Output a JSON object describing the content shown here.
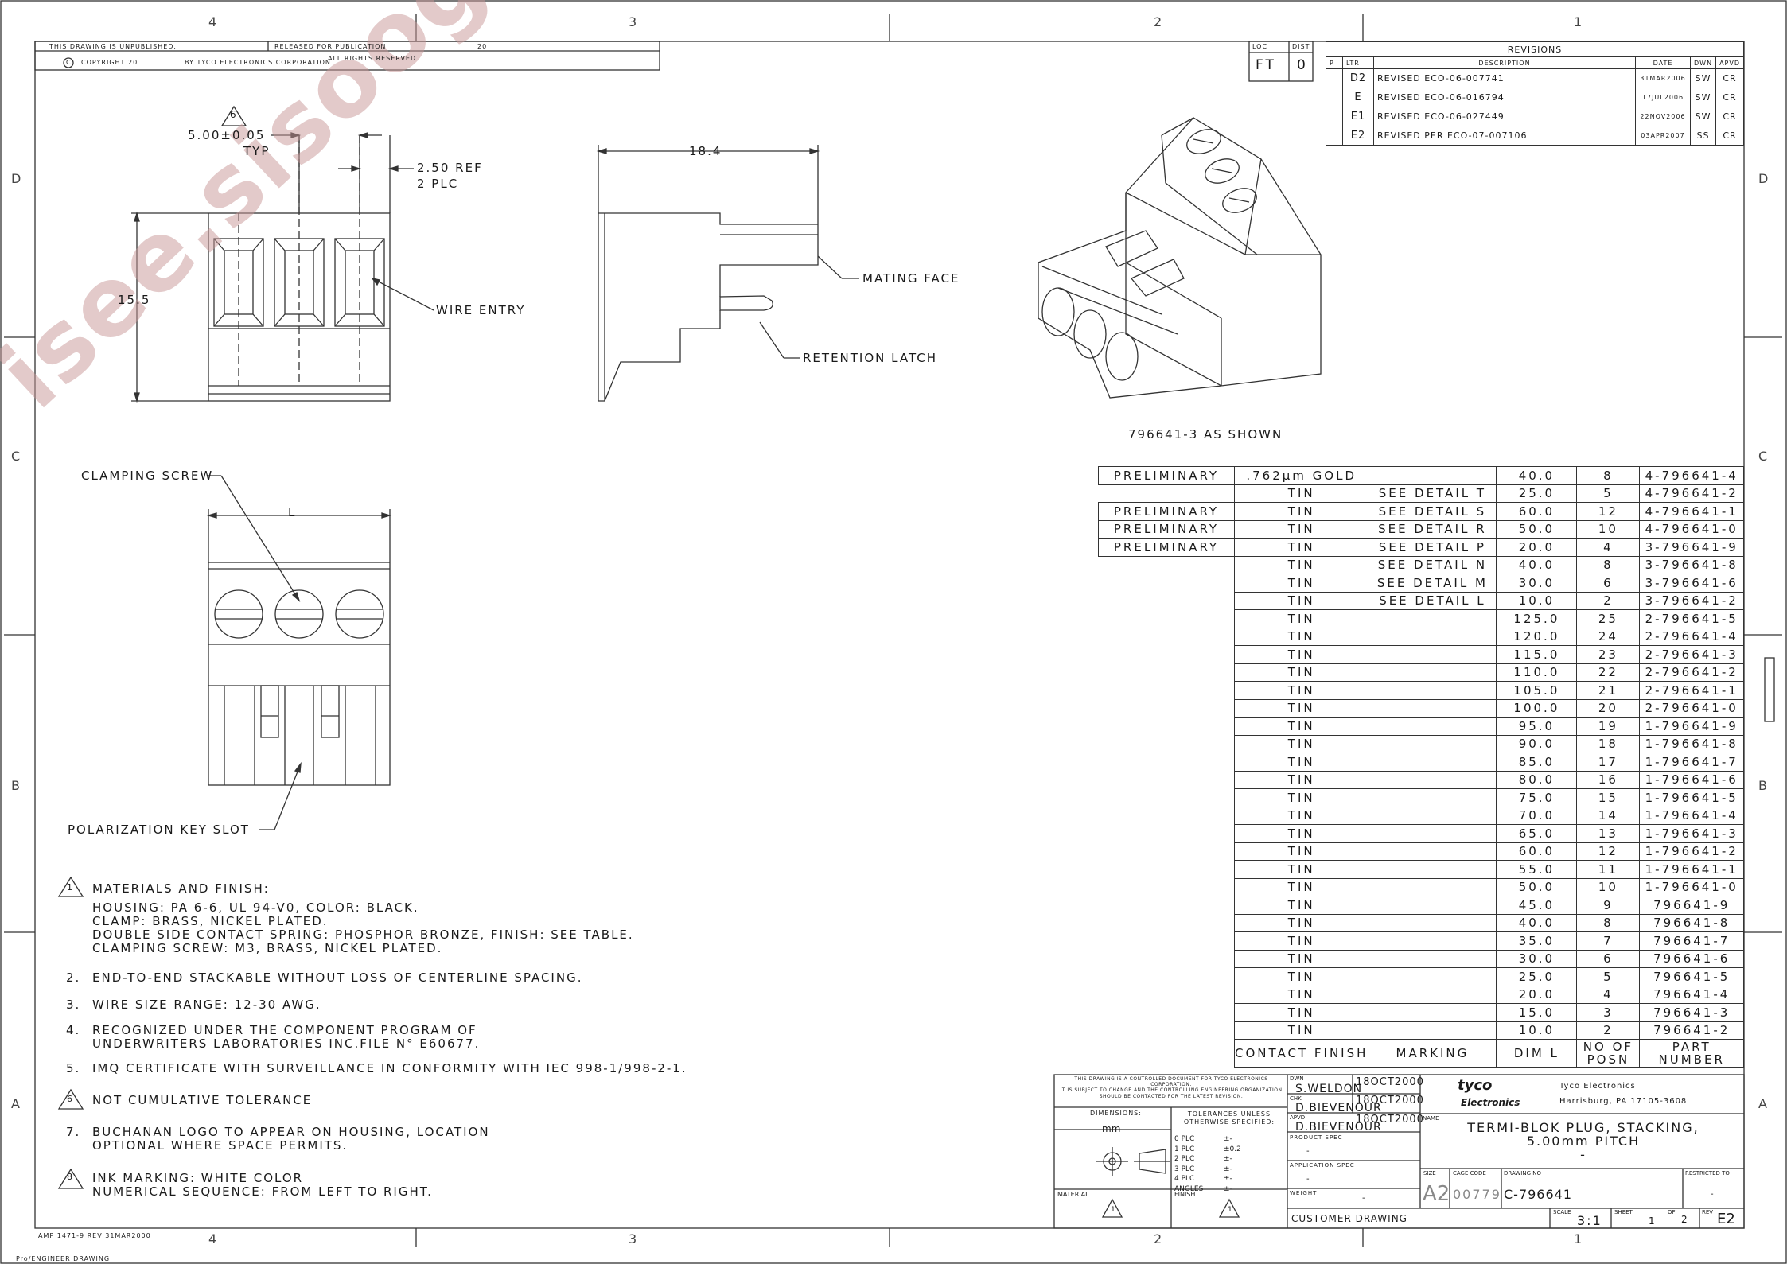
{
  "border": {
    "zones_top": [
      "4",
      "3",
      "2",
      "1"
    ],
    "zones_side": [
      "D",
      "C",
      "B",
      "A"
    ]
  },
  "header": {
    "unpublished": "THIS DRAWING IS UNPUBLISHED.",
    "released": "RELEASED FOR PUBLICATION",
    "released_year": "20",
    "copyright": "COPYRIGHT 20",
    "by": "BY TYCO ELECTRONICS CORPORATION.",
    "rights": "ALL RIGHTS RESERVED.",
    "copyright_symbol": "C"
  },
  "loc_dist": {
    "loc_label": "LOC",
    "dist_label": "DIST",
    "loc": "FT",
    "dist": "0"
  },
  "revisions": {
    "title": "REVISIONS",
    "headers": {
      "p": "P",
      "ltr": "LTR",
      "description": "DESCRIPTION",
      "date": "DATE",
      "dwn": "DWN",
      "apvd": "APVD"
    },
    "rows": [
      {
        "ltr": "D2",
        "description": "REVISED ECO-06-007741",
        "date": "31MAR2006",
        "dwn": "SW",
        "apvd": "CR"
      },
      {
        "ltr": "E",
        "description": "REVISED ECO-06-016794",
        "date": "17JUL2006",
        "dwn": "SW",
        "apvd": "CR"
      },
      {
        "ltr": "E1",
        "description": "REVISED ECO-06-027449",
        "date": "22NOV2006",
        "dwn": "SW",
        "apvd": "CR"
      },
      {
        "ltr": "E2",
        "description": "REVISED PER ECO-07-007106",
        "date": "03APR2007",
        "dwn": "SS",
        "apvd": "CR"
      }
    ]
  },
  "dimensions": {
    "pitch": "5.00±0.05",
    "pitch_typ": "TYP",
    "pitch_note": "6",
    "ref": "2.50 REF",
    "ref_plc": "2 PLC",
    "width": "18.4",
    "height": "15.5",
    "dim_l": "L"
  },
  "callouts": {
    "wire_entry": "WIRE ENTRY",
    "mating_face": "MATING FACE",
    "retention_latch": "RETENTION LATCH",
    "clamping_screw": "CLAMPING SCREW",
    "polarization_key_slot": "POLARIZATION KEY SLOT",
    "as_shown": "796641-3 AS SHOWN"
  },
  "watermark": "isee.sisoog.com",
  "notes": [
    {
      "marker": "1",
      "flag": true,
      "lines": [
        "MATERIALS AND FINISH:"
      ]
    },
    {
      "marker": "",
      "flag": false,
      "lines": [
        "HOUSING: PA 6-6, UL 94-V0, COLOR: BLACK.",
        "CLAMP: BRASS, NICKEL PLATED.",
        "DOUBLE SIDE CONTACT SPRING: PHOSPHOR BRONZE, FINISH: SEE TABLE.",
        "CLAMPING SCREW: M3, BRASS, NICKEL PLATED."
      ]
    },
    {
      "marker": "2.",
      "flag": false,
      "lines": [
        "END-TO-END STACKABLE WITHOUT LOSS OF CENTERLINE SPACING."
      ]
    },
    {
      "marker": "3.",
      "flag": false,
      "lines": [
        "WIRE SIZE RANGE: 12-30 AWG."
      ]
    },
    {
      "marker": "4.",
      "flag": false,
      "lines": [
        "RECOGNIZED UNDER THE COMPONENT PROGRAM OF",
        "UNDERWRITERS LABORATORIES INC.FILE N° E60677."
      ]
    },
    {
      "marker": "5.",
      "flag": false,
      "lines": [
        "IMQ CERTIFICATE WITH SURVEILLANCE IN CONFORMITY WITH IEC 998-1/998-2-1."
      ]
    },
    {
      "marker": "6",
      "flag": true,
      "lines": [
        "NOT CUMULATIVE TOLERANCE"
      ]
    },
    {
      "marker": "7.",
      "flag": false,
      "lines": [
        "BUCHANAN LOGO TO APPEAR ON HOUSING, LOCATION",
        "OPTIONAL WHERE SPACE PERMITS."
      ]
    },
    {
      "marker": "8",
      "flag": true,
      "lines": [
        "INK MARKING: WHITE COLOR",
        "NUMERICAL SEQUENCE: FROM LEFT TO RIGHT."
      ]
    }
  ],
  "parts_table": {
    "headers": {
      "status": "",
      "finish": "CONTACT FINISH",
      "marking": "MARKING",
      "dim_l": "DIM L",
      "posn": "NO OF POSN",
      "part": "PART NUMBER"
    },
    "rows": [
      {
        "status": "PRELIMINARY",
        "finish": ".762µm GOLD",
        "marking": "",
        "dim_l": "40.0",
        "posn": "8",
        "part": "4-796641-4"
      },
      {
        "status": "",
        "finish": "TIN",
        "marking": "SEE DETAIL T",
        "dim_l": "25.0",
        "posn": "5",
        "part": "4-796641-2"
      },
      {
        "status": "PRELIMINARY",
        "finish": "TIN",
        "marking": "SEE DETAIL S",
        "dim_l": "60.0",
        "posn": "12",
        "part": "4-796641-1"
      },
      {
        "status": "PRELIMINARY",
        "finish": "TIN",
        "marking": "SEE DETAIL R",
        "dim_l": "50.0",
        "posn": "10",
        "part": "4-796641-0"
      },
      {
        "status": "PRELIMINARY",
        "finish": "TIN",
        "marking": "SEE DETAIL P",
        "dim_l": "20.0",
        "posn": "4",
        "part": "3-796641-9"
      },
      {
        "status": "",
        "finish": "TIN",
        "marking": "SEE DETAIL N",
        "dim_l": "40.0",
        "posn": "8",
        "part": "3-796641-8"
      },
      {
        "status": "",
        "finish": "TIN",
        "marking": "SEE DETAIL M",
        "dim_l": "30.0",
        "posn": "6",
        "part": "3-796641-6"
      },
      {
        "status": "",
        "finish": "TIN",
        "marking": "SEE DETAIL L",
        "dim_l": "10.0",
        "posn": "2",
        "part": "3-796641-2"
      },
      {
        "status": "",
        "finish": "TIN",
        "marking": "",
        "dim_l": "125.0",
        "posn": "25",
        "part": "2-796641-5"
      },
      {
        "status": "",
        "finish": "TIN",
        "marking": "",
        "dim_l": "120.0",
        "posn": "24",
        "part": "2-796641-4"
      },
      {
        "status": "",
        "finish": "TIN",
        "marking": "",
        "dim_l": "115.0",
        "posn": "23",
        "part": "2-796641-3"
      },
      {
        "status": "",
        "finish": "TIN",
        "marking": "",
        "dim_l": "110.0",
        "posn": "22",
        "part": "2-796641-2"
      },
      {
        "status": "",
        "finish": "TIN",
        "marking": "",
        "dim_l": "105.0",
        "posn": "21",
        "part": "2-796641-1"
      },
      {
        "status": "",
        "finish": "TIN",
        "marking": "",
        "dim_l": "100.0",
        "posn": "20",
        "part": "2-796641-0"
      },
      {
        "status": "",
        "finish": "TIN",
        "marking": "",
        "dim_l": "95.0",
        "posn": "19",
        "part": "1-796641-9"
      },
      {
        "status": "",
        "finish": "TIN",
        "marking": "",
        "dim_l": "90.0",
        "posn": "18",
        "part": "1-796641-8"
      },
      {
        "status": "",
        "finish": "TIN",
        "marking": "",
        "dim_l": "85.0",
        "posn": "17",
        "part": "1-796641-7"
      },
      {
        "status": "",
        "finish": "TIN",
        "marking": "",
        "dim_l": "80.0",
        "posn": "16",
        "part": "1-796641-6"
      },
      {
        "status": "",
        "finish": "TIN",
        "marking": "",
        "dim_l": "75.0",
        "posn": "15",
        "part": "1-796641-5"
      },
      {
        "status": "",
        "finish": "TIN",
        "marking": "",
        "dim_l": "70.0",
        "posn": "14",
        "part": "1-796641-4"
      },
      {
        "status": "",
        "finish": "TIN",
        "marking": "",
        "dim_l": "65.0",
        "posn": "13",
        "part": "1-796641-3"
      },
      {
        "status": "",
        "finish": "TIN",
        "marking": "",
        "dim_l": "60.0",
        "posn": "12",
        "part": "1-796641-2"
      },
      {
        "status": "",
        "finish": "TIN",
        "marking": "",
        "dim_l": "55.0",
        "posn": "11",
        "part": "1-796641-1"
      },
      {
        "status": "",
        "finish": "TIN",
        "marking": "",
        "dim_l": "50.0",
        "posn": "10",
        "part": "1-796641-0"
      },
      {
        "status": "",
        "finish": "TIN",
        "marking": "",
        "dim_l": "45.0",
        "posn": "9",
        "part": "796641-9"
      },
      {
        "status": "",
        "finish": "TIN",
        "marking": "",
        "dim_l": "40.0",
        "posn": "8",
        "part": "796641-8"
      },
      {
        "status": "",
        "finish": "TIN",
        "marking": "",
        "dim_l": "35.0",
        "posn": "7",
        "part": "796641-7"
      },
      {
        "status": "",
        "finish": "TIN",
        "marking": "",
        "dim_l": "30.0",
        "posn": "6",
        "part": "796641-6"
      },
      {
        "status": "",
        "finish": "TIN",
        "marking": "",
        "dim_l": "25.0",
        "posn": "5",
        "part": "796641-5"
      },
      {
        "status": "",
        "finish": "TIN",
        "marking": "",
        "dim_l": "20.0",
        "posn": "4",
        "part": "796641-4"
      },
      {
        "status": "",
        "finish": "TIN",
        "marking": "",
        "dim_l": "15.0",
        "posn": "3",
        "part": "796641-3"
      },
      {
        "status": "",
        "finish": "TIN",
        "marking": "",
        "dim_l": "10.0",
        "posn": "2",
        "part": "796641-2"
      }
    ]
  },
  "title_block": {
    "controlled_doc": [
      "THIS DRAWING IS A CONTROLLED DOCUMENT FOR TYCO ELECTRONICS CORPORATION.",
      "IT IS SUBJECT TO CHANGE AND THE CONTROLLING ENGINEERING ORGANIZATION",
      "SHOULD BE CONTACTED FOR THE LATEST REVISION."
    ],
    "dimensions_label": "DIMENSIONS:",
    "units": "mm",
    "tolerances_label": [
      "TOLERANCES UNLESS",
      "OTHERWISE SPECIFIED:"
    ],
    "tolerances": [
      "0 PLC",
      "±-",
      "1 PLC",
      "±0.2",
      "2 PLC",
      "±-",
      "3 PLC",
      "±-",
      "4 PLC",
      "±-",
      "ANGLES",
      "±-"
    ],
    "material_label": "MATERIAL",
    "finish_label": "FINISH",
    "material_note": "1",
    "finish_note": "1",
    "dwn_label": "DWN",
    "dwn": "S.WELDON",
    "dwn_date": "18OCT2000",
    "chk_label": "CHK",
    "chk": "D.BIEVENOUR",
    "chk_date": "18OCT2000",
    "apvd_label": "APVD",
    "apvd": "D.BIEVENOUR",
    "apvd_date": "18OCT2000",
    "product_spec_label": "PRODUCT SPEC",
    "product_spec": "-",
    "application_spec_label": "APPLICATION SPEC",
    "application_spec": "-",
    "weight_label": "WEIGHT",
    "weight": "-",
    "customer_drawing": "CUSTOMER DRAWING",
    "logo_top": "tyco",
    "logo_bottom": "Electronics",
    "company": "Tyco Electronics",
    "city": "Harrisburg, PA 17105-3608",
    "name_label": "NAME",
    "name_lines": [
      "TERMI-BLOK PLUG, STACKING,",
      "5.00mm PITCH",
      "-"
    ],
    "size_label": "SIZE",
    "size": "A2",
    "cage_label": "CAGE CODE",
    "cage": "00779",
    "drawing_no_label": "DRAWING NO",
    "drawing_no": "C-796641",
    "restricted_label": "RESTRICTED TO",
    "restricted": "-",
    "scale_label": "SCALE",
    "scale": "3:1",
    "sheet_label": "SHEET",
    "sheet": "1",
    "of_label": "OF",
    "sheets": "2",
    "rev_label": "REV",
    "rev": "E2"
  },
  "footer": {
    "form": "AMP 1471-9 REV 31MAR2000",
    "software": "Pro/ENGINEER DRAWING"
  }
}
